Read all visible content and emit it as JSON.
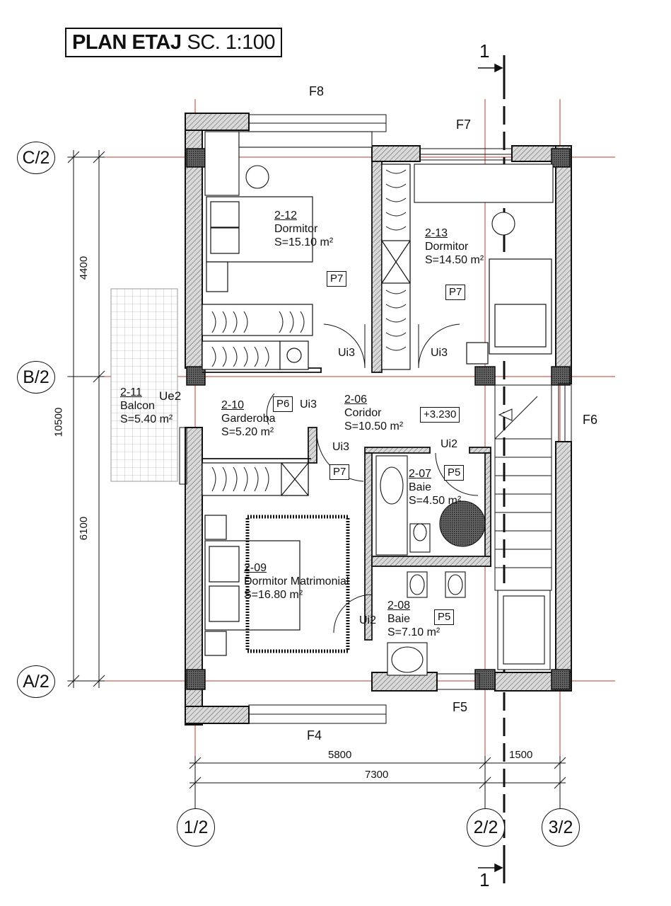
{
  "title": {
    "bold": "PLAN ETAJ",
    "scale": "SC. 1:100"
  },
  "section_marker": {
    "label": "1"
  },
  "facades": [
    "F8",
    "F7",
    "F6",
    "F5",
    "F4"
  ],
  "rooms": [
    {
      "code": "2-12",
      "name": "Dormitor",
      "area": "S=15.10 m²",
      "door": "P7"
    },
    {
      "code": "2-13",
      "name": "Dormitor",
      "area": "S=14.50 m²",
      "door": "P7"
    },
    {
      "code": "2-11",
      "name": "Balcon",
      "area": "S=5.40 m²",
      "door": "Ue2"
    },
    {
      "code": "2-10",
      "name": "Garderoba",
      "area": "S=5.20 m²",
      "door": "P6"
    },
    {
      "code": "2-06",
      "name": "Coridor",
      "area": "S=10.50 m²",
      "door": "+3.230"
    },
    {
      "code": "2-07",
      "name": "Baie",
      "area": "S=4.50 m²",
      "door": "P5"
    },
    {
      "code": "2-09",
      "name": "Dormitor Matrimonial",
      "area": "S=16.80 m²",
      "door": "P7"
    },
    {
      "code": "2-08",
      "name": "Baie",
      "area": "S=7.10 m²",
      "door": "P5"
    }
  ],
  "door_labels": [
    "Ui3",
    "Ui3",
    "Ui3",
    "Ui3",
    "Ui2",
    "Ui2"
  ],
  "axes_horizontal": [
    "C/2",
    "B/2",
    "A/2"
  ],
  "axes_vertical": [
    "1/2",
    "2/2",
    "3/2"
  ],
  "dims_vertical": [
    "4400",
    "10500",
    "6100"
  ],
  "dims_horizontal": [
    "5800",
    "1500",
    "7300"
  ],
  "colors": {
    "axis": "#c0392b",
    "wall": "#111111",
    "hatch": "#888888",
    "dim": "#111111"
  }
}
